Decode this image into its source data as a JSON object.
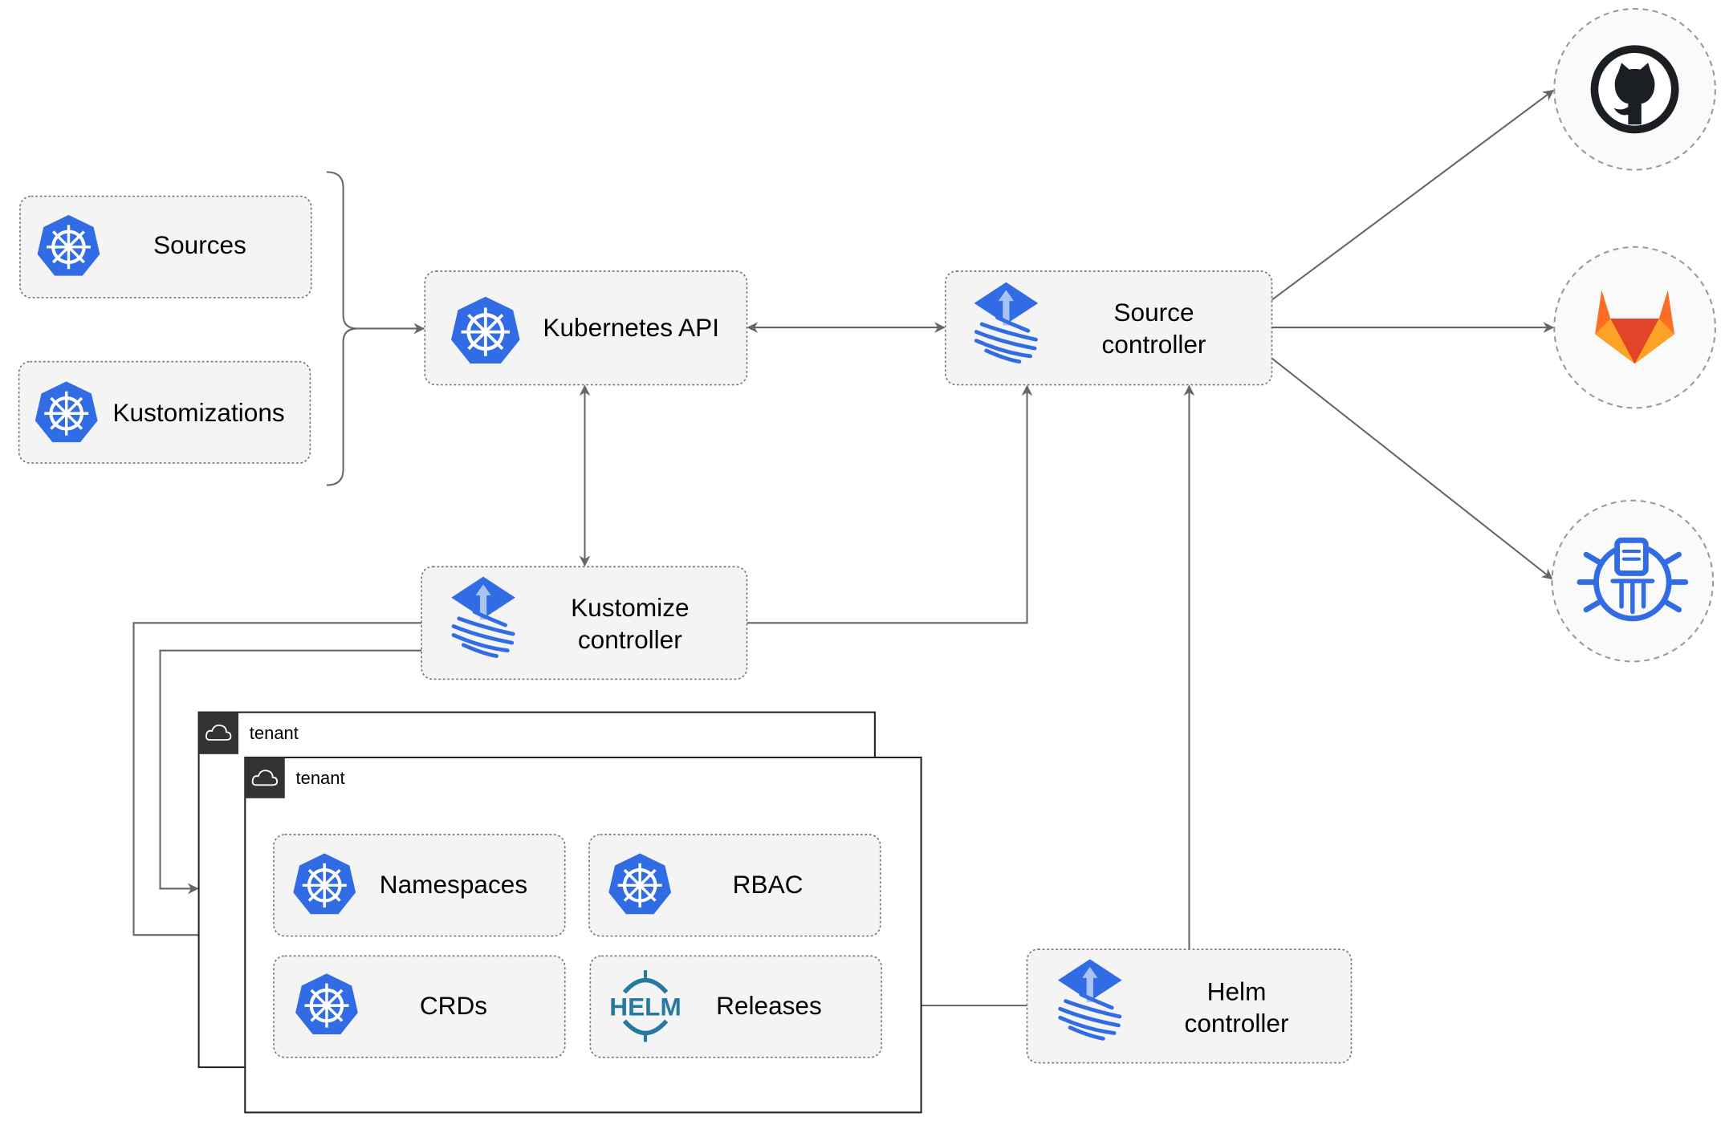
{
  "nodes": {
    "sources": "Sources",
    "kustomizations": "Kustomizations",
    "kubernetes_api": "Kubernetes API",
    "source_controller": [
      "Source",
      "controller"
    ],
    "kustomize_controller": [
      "Kustomize",
      "controller"
    ],
    "helm_controller": [
      "Helm",
      "controller"
    ],
    "namespaces": "Namespaces",
    "rbac": "RBAC",
    "crds": "CRDs",
    "releases": "Releases"
  },
  "tenants": [
    "tenant",
    "tenant"
  ],
  "helm_logo_text": "HELM",
  "external_sources": [
    "github-icon",
    "gitlab-icon",
    "bucket-icon"
  ],
  "colors": {
    "k8s_blue": "#326ce5",
    "flux_blue": "#326ce5",
    "helm_blue": "#277a9f",
    "gitlab_orange": "#e24329",
    "arrow": "#666666"
  }
}
